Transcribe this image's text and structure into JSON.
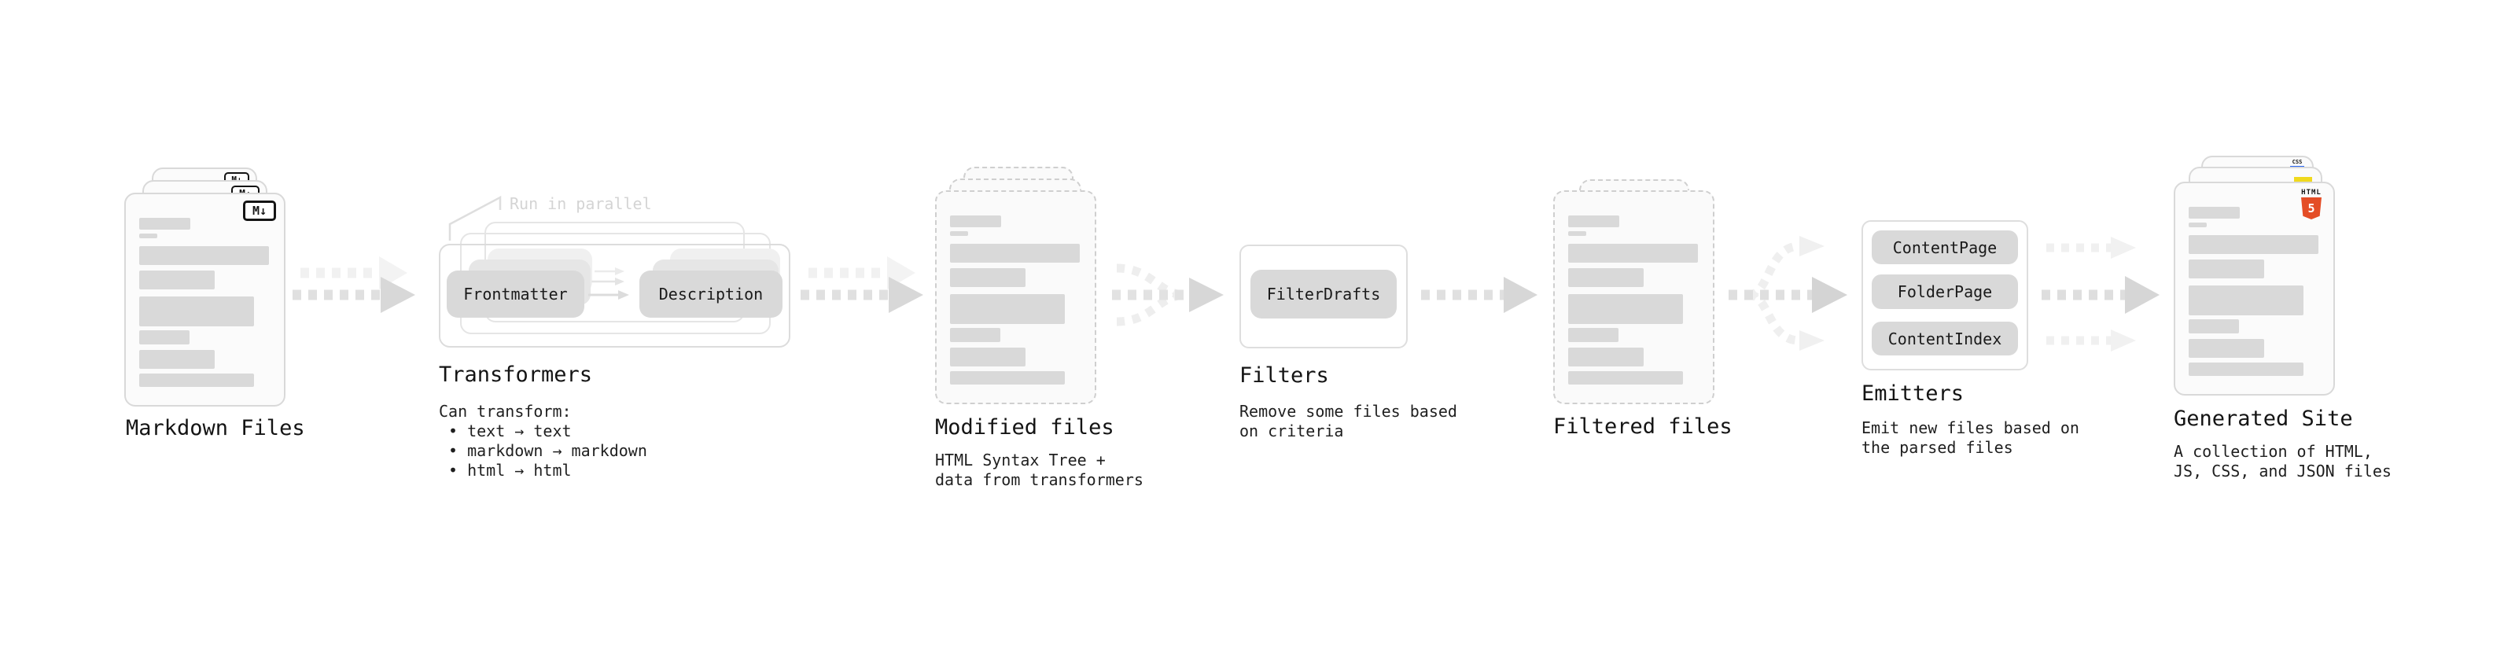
{
  "diagram": {
    "markdown_files": {
      "label": "Markdown Files",
      "badge": "M↓"
    },
    "transformers": {
      "label": "Transformers",
      "annotation": "Run in parallel",
      "input_pill": "Frontmatter",
      "output_pill": "Description",
      "caption_title": "Can transform:",
      "bullet": "•",
      "items": [
        "text → text",
        "markdown → markdown",
        "html → html"
      ]
    },
    "modified_files": {
      "label": "Modified files",
      "caption_line1": "HTML Syntax Tree +",
      "caption_line2": "data from transformers"
    },
    "filters": {
      "label": "Filters",
      "pill": "FilterDrafts",
      "caption_line1": "Remove some files based",
      "caption_line2": "on criteria"
    },
    "filtered_files": {
      "label": "Filtered files"
    },
    "emitters": {
      "label": "Emitters",
      "pills": [
        "ContentPage",
        "FolderPage",
        "ContentIndex"
      ],
      "caption_line1": "Emit new files based on",
      "caption_line2": "the parsed files"
    },
    "generated_site": {
      "label": "Generated Site",
      "caption_line1": "A collection of HTML,",
      "caption_line2": "JS, CSS, and JSON files",
      "html5_badge_word": "HTML",
      "html5_badge_number": "5",
      "css_badge": "CSS"
    },
    "colors": {
      "html5_orange": "#e44d26",
      "js_yellow": "#f0d91d",
      "css_blue": "#2965f1",
      "bar_gray": "#d9d9d9",
      "arrow_gray": "#dedede",
      "text_dark": "#141414",
      "annotation_gray": "#d4d4d4"
    }
  }
}
